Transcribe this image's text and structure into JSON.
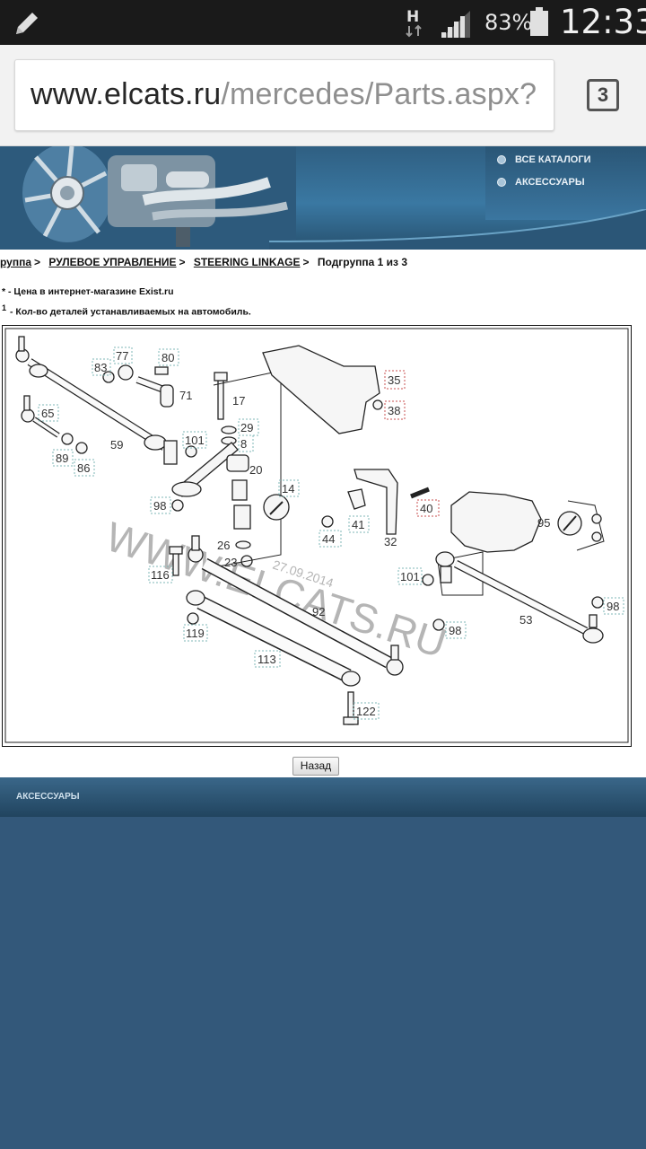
{
  "status_bar": {
    "network": "H",
    "battery_percent": "83%",
    "time": "12:33"
  },
  "browser": {
    "url_host": "www.elcats.ru",
    "url_path": "/mercedes/Parts.aspx?",
    "tab_count": "3"
  },
  "header_nav": {
    "items": [
      {
        "label": "ВСЕ КАТАЛОГИ"
      },
      {
        "label": "АКСЕССУАРЫ"
      }
    ]
  },
  "breadcrumb": {
    "group": "руппа",
    "section": "РУЛЕВОЕ УПРАВЛЕНИЕ",
    "subsection": "STEERING LINKAGE",
    "current": "Подгруппа 1 из 3",
    "separator": ">"
  },
  "notes": {
    "price_marker": "*",
    "price_text": "- Цена в интернет-магазине Exist.ru",
    "qty_marker": "1",
    "qty_text": "- Кол-во деталей устанавливаемых на автомобиль."
  },
  "diagram": {
    "watermark": "WWW.ELCATS.RU",
    "watermark_date": "27.09.2014",
    "part_labels": [
      "83",
      "77",
      "80",
      "71",
      "17",
      "35",
      "38",
      "65",
      "59",
      "101",
      "29",
      "8",
      "20",
      "89",
      "86",
      "14",
      "98",
      "26",
      "116",
      "23",
      "41",
      "44",
      "32",
      "40",
      "95",
      "101",
      "92",
      "53",
      "98",
      "119",
      "98",
      "113",
      "122"
    ]
  },
  "back_button": "Назад",
  "footer": {
    "label": "АКСЕССУАРЫ"
  },
  "colors": {
    "status_bar": "#1a1a1a",
    "banner": "#3a78a2",
    "footer": "#33587a",
    "label_box": "#7fb7b7",
    "label_box_alt": "#c85050"
  }
}
